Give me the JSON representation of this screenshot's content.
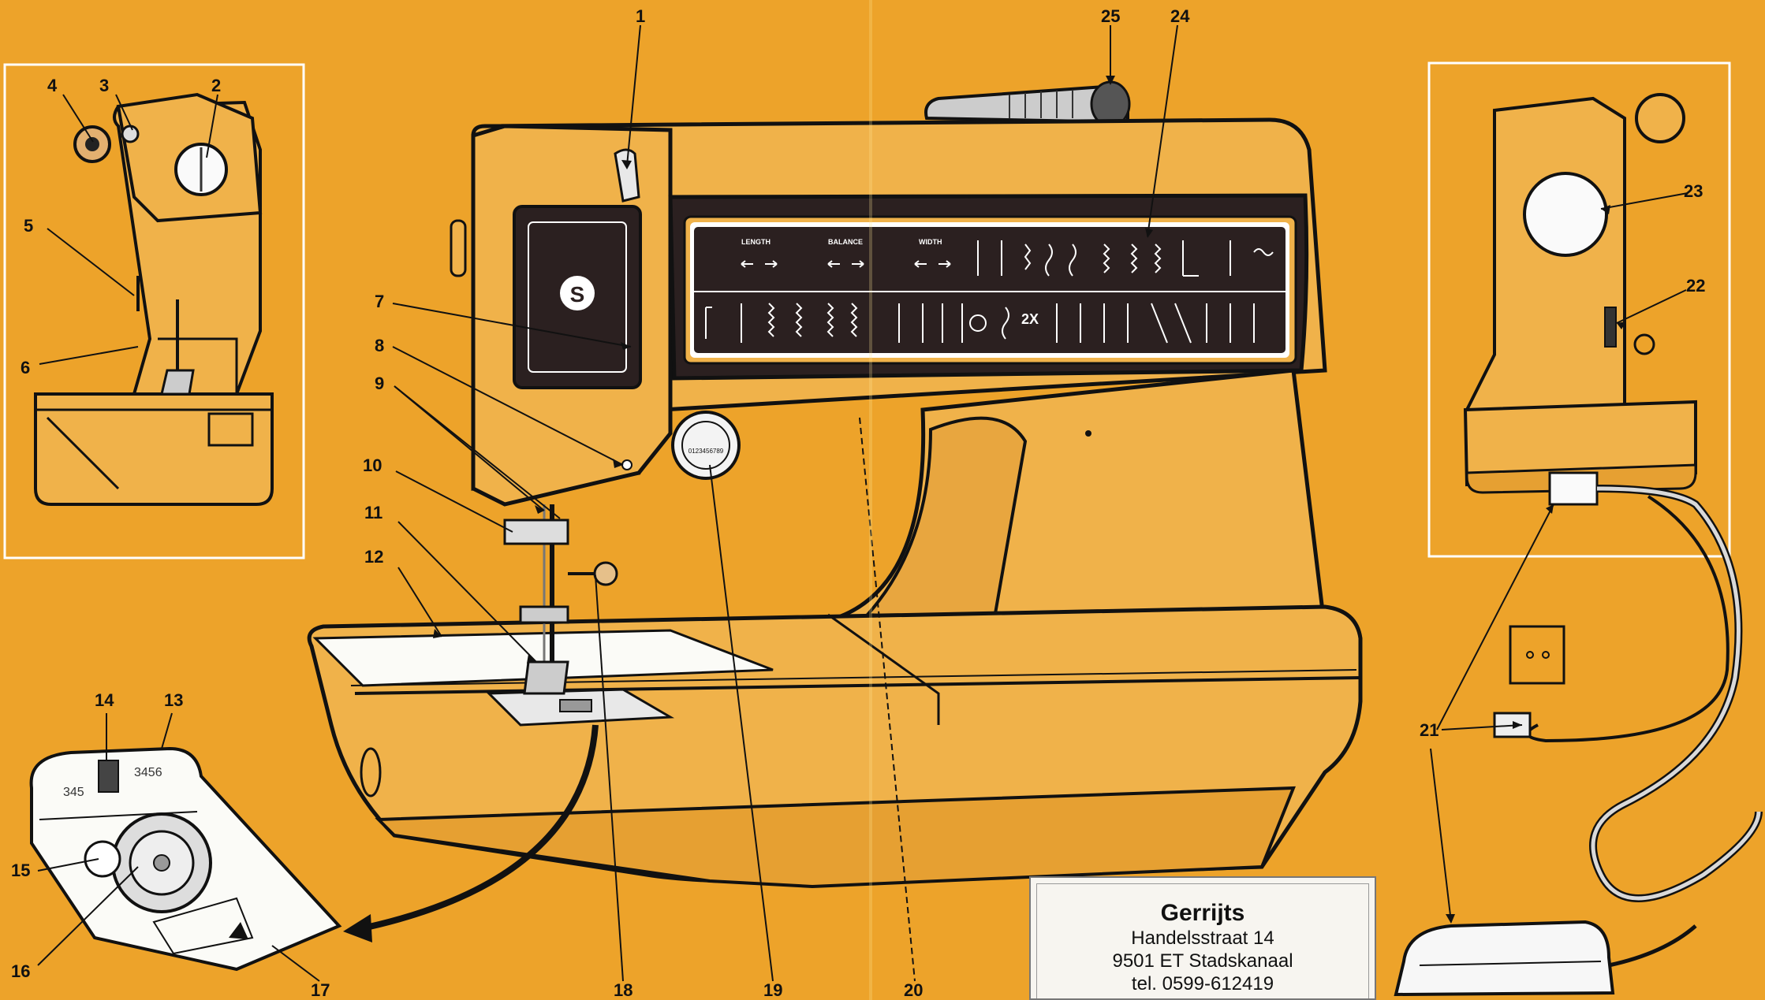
{
  "callouts": [
    "1",
    "2",
    "3",
    "4",
    "5",
    "6",
    "7",
    "8",
    "9",
    "10",
    "11",
    "12",
    "13",
    "14",
    "15",
    "16",
    "17",
    "18",
    "19",
    "20",
    "21",
    "22",
    "23",
    "24",
    "25"
  ],
  "panel": {
    "length_label": "LENGTH",
    "balance_label": "BALANCE",
    "width_label": "WIDTH",
    "double_label": "2X"
  },
  "stitch_plate": {
    "numbers_left": "345",
    "numbers_right": "3456"
  },
  "dial_numbers": "0123456789",
  "dealer": {
    "name": "Gerrijts",
    "street": "Handelsstraat 14",
    "city": "9501 ET Stadskanaal",
    "phone": "tel. 0599-612419"
  },
  "colors": {
    "background": "#eda32a",
    "machine_body": "#f0b24a",
    "panel_dark": "#2b2020",
    "outline": "#111111"
  }
}
